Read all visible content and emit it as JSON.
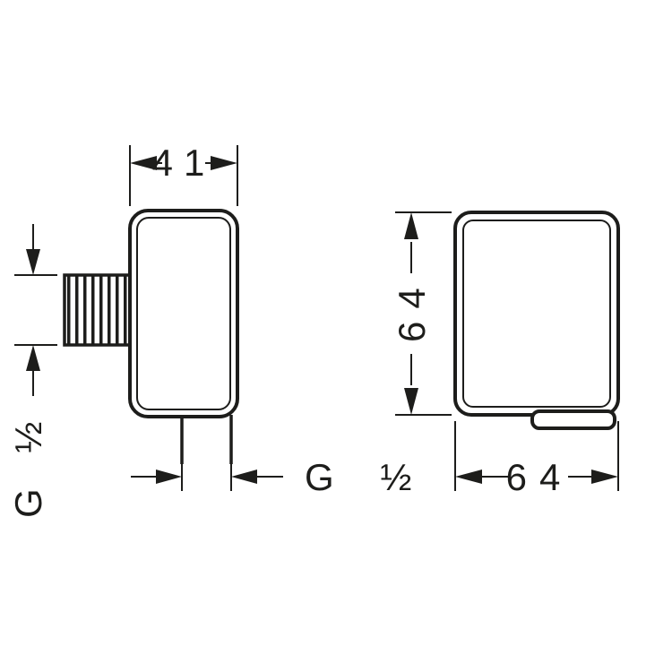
{
  "drawing": {
    "description": "technical-dimension-drawing-wall-outlet",
    "colors": {
      "line": "#1d1d1b",
      "background": "#ffffff"
    },
    "labels": {
      "top_width": "41",
      "front_height": "64",
      "front_width": "64",
      "thread_side": "G ½",
      "thread_bottom": "G ½"
    }
  }
}
